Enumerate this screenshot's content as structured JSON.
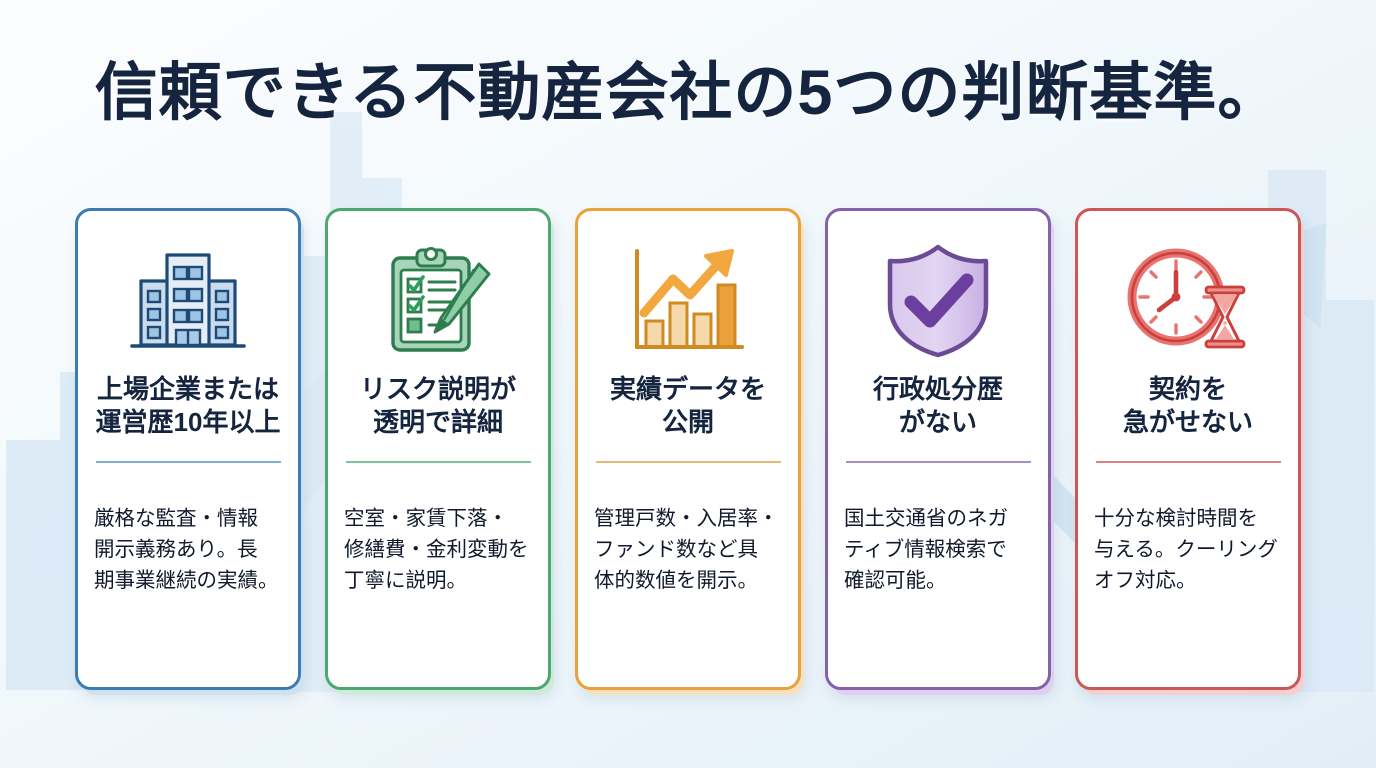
{
  "header": {
    "title": "信頼できる不動産会社の5つの判断基準。",
    "title_color": "#15243f"
  },
  "background": {
    "arrow_color": "#cfe3f2",
    "building_color": "#dceaf5",
    "gradient_from": "#fbfdfe",
    "gradient_to": "#e3eff7"
  },
  "cards": [
    {
      "icon": "office-building-icon",
      "title": "上場企業または\n運営歴10年以上",
      "body": "厳格な監査・情報\n開示義務あり。長\n期事業継続の実績。",
      "accent": "#3d7cb0",
      "divider_color": "#7fb0d6",
      "shadow_color": "#cfe2f1"
    },
    {
      "icon": "clipboard-checklist-icon",
      "title": "リスク説明が\n透明で詳細",
      "body": "空室・家賃下落・\n修繕費・金利変動を\n丁寧に説明。",
      "accent": "#4aa870",
      "divider_color": "#7cc49a",
      "shadow_color": "#cdeada"
    },
    {
      "icon": "growth-bar-chart-icon",
      "title": "実績データを\n公開",
      "body": "管理戸数・入居率・\nファンド数など具\n体的数値を開示。",
      "accent": "#e9a13b",
      "divider_color": "#e8b878",
      "shadow_color": "#f7e0bd"
    },
    {
      "icon": "shield-check-icon",
      "title": "行政処分歴\nがない",
      "body": "国土交通省のネガ\nティブ情報検索で\n確認可能。",
      "accent": "#8361ab",
      "divider_color": "#a98dc6",
      "shadow_color": "#ded0ee"
    },
    {
      "icon": "clock-hourglass-icon",
      "title": "契約を\n急がせない",
      "body": "十分な検討時間を\n与える。クーリング\nオフ対応。",
      "accent": "#cf5656",
      "divider_color": "#d98383",
      "shadow_color": "#f3cfcf"
    }
  ]
}
